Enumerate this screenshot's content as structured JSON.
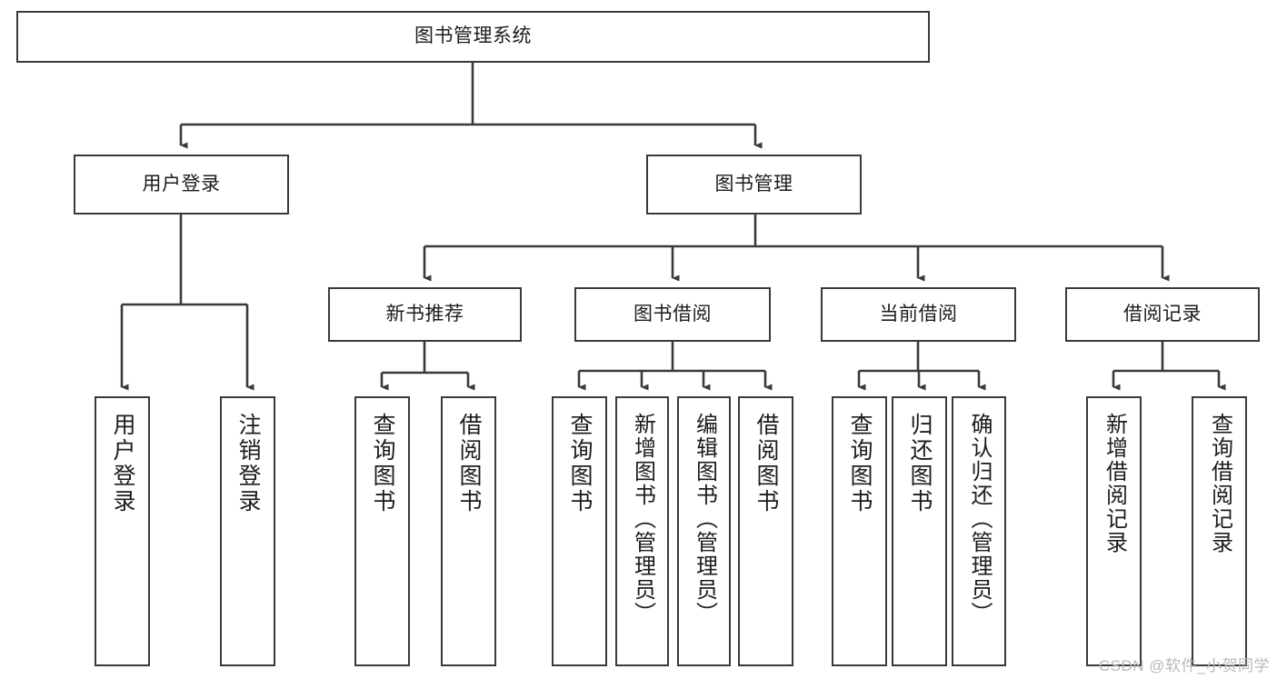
{
  "diagram": {
    "title": "图书管理系统",
    "type": "tree-hierarchy-diagram",
    "root": {
      "label": "图书管理系统"
    },
    "level2": [
      {
        "label": "用户登录"
      },
      {
        "label": "图书管理"
      }
    ],
    "level3": [
      {
        "label": "新书推荐"
      },
      {
        "label": "图书借阅"
      },
      {
        "label": "当前借阅"
      },
      {
        "label": "借阅记录"
      }
    ],
    "leaves": {
      "user_login": [
        {
          "label": "用户登录"
        },
        {
          "label": "注销登录"
        }
      ],
      "new_book_recommend": [
        {
          "label": "查询图书"
        },
        {
          "label": "借阅图书"
        }
      ],
      "book_borrow": [
        {
          "label": "查询图书"
        },
        {
          "label": "新增图书（管理员）"
        },
        {
          "label": "编辑图书（管理员）"
        },
        {
          "label": "借阅图书"
        }
      ],
      "current_borrow": [
        {
          "label": "查询图书"
        },
        {
          "label": "归还图书"
        },
        {
          "label": "确认归还（管理员）"
        }
      ],
      "borrow_record": [
        {
          "label": "新增借阅记录"
        },
        {
          "label": "查询借阅记录"
        }
      ]
    }
  },
  "watermark": {
    "text": "CSDN @软件_小贺同学"
  },
  "colors": {
    "stroke": "#3a3a3a",
    "background": "#ffffff",
    "text": "#1c1c1c",
    "watermark": "#b9b9b9"
  }
}
